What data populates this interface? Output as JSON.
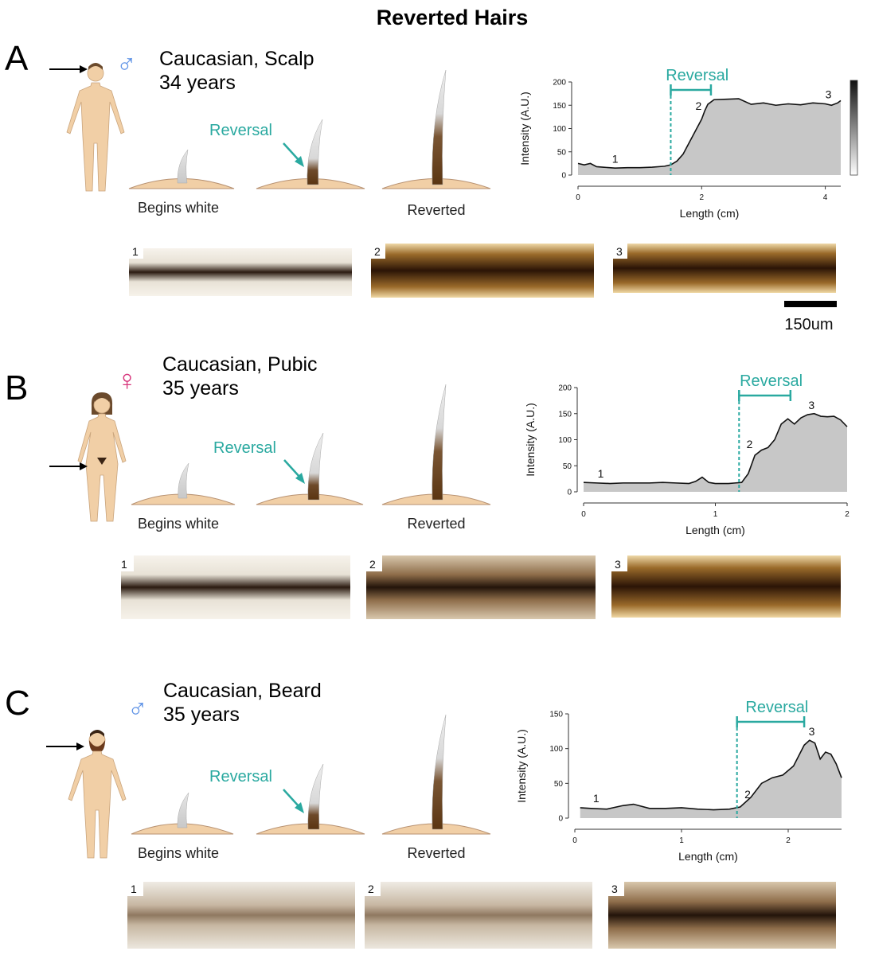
{
  "figure": {
    "title": "Reverted Hairs",
    "scale_bar": "150um",
    "colors": {
      "reversal": "#2aa9a0",
      "male_symbol": "#5f93e6",
      "female_symbol": "#d6337a",
      "fill": "#c7c7c7",
      "skin": "#f1cfa6"
    },
    "panels": [
      {
        "letter": "A",
        "sex_symbol": "♂",
        "sex": "male",
        "line1": "Caucasian, Scalp",
        "line2": "34 years",
        "body_region": "scalp",
        "stage_labels": [
          "Begins white",
          "Reversal",
          "Reverted"
        ],
        "micrograph_labels": [
          "1",
          "2",
          "3"
        ],
        "micrograph_tones": [
          "white",
          "dark",
          "dark"
        ]
      },
      {
        "letter": "B",
        "sex_symbol": "♀",
        "sex": "female",
        "line1": "Caucasian, Pubic",
        "line2": "35 years",
        "body_region": "pubic",
        "stage_labels": [
          "Begins white",
          "Reversal",
          "Reverted"
        ],
        "micrograph_labels": [
          "1",
          "2",
          "3"
        ],
        "micrograph_tones": [
          "white",
          "medium",
          "dark"
        ]
      },
      {
        "letter": "C",
        "sex_symbol": "♂",
        "sex": "male",
        "line1": "Caucasian, Beard",
        "line2": "35 years",
        "body_region": "beard",
        "stage_labels": [
          "Begins white",
          "Reversal",
          "Reverted"
        ],
        "micrograph_labels": [
          "1",
          "2",
          "3"
        ],
        "micrograph_tones": [
          "white",
          "light",
          "medium"
        ]
      }
    ]
  },
  "chart_data": [
    {
      "type": "area",
      "panel": "A",
      "xlabel": "Length (cm)",
      "ylabel": "Intensity (A.U.)",
      "xlim": [
        0,
        4.25
      ],
      "ylim": [
        0,
        200
      ],
      "xticks": [
        0,
        2,
        4
      ],
      "yticks": [
        0,
        50,
        100,
        150,
        200
      ],
      "x": [
        0,
        0.1,
        0.2,
        0.3,
        0.4,
        0.6,
        0.8,
        1.0,
        1.2,
        1.4,
        1.5,
        1.6,
        1.7,
        1.8,
        1.9,
        2.0,
        2.05,
        2.1,
        2.2,
        2.4,
        2.6,
        2.8,
        3.0,
        3.2,
        3.4,
        3.6,
        3.8,
        4.0,
        4.1,
        4.2,
        4.25
      ],
      "y": [
        25,
        22,
        25,
        18,
        17,
        15,
        16,
        16,
        17,
        19,
        22,
        30,
        45,
        70,
        95,
        120,
        138,
        152,
        162,
        163,
        164,
        152,
        155,
        150,
        153,
        151,
        155,
        153,
        150,
        155,
        160
      ],
      "reversal": {
        "label": "Reversal",
        "x_start": 1.5,
        "x_end": 2.15
      },
      "point_labels": [
        {
          "text": "1",
          "x": 0.6,
          "y": 16
        },
        {
          "text": "2",
          "x": 1.95,
          "y": 130
        },
        {
          "text": "3",
          "x": 4.05,
          "y": 155
        }
      ],
      "colorbar": true
    },
    {
      "type": "area",
      "panel": "B",
      "xlabel": "Length (cm)",
      "ylabel": "Intensity (A.U.)",
      "xlim": [
        0,
        2
      ],
      "ylim": [
        0,
        200
      ],
      "xticks": [
        0,
        1,
        2
      ],
      "yticks": [
        0,
        50,
        100,
        150,
        200
      ],
      "x": [
        0,
        0.1,
        0.2,
        0.3,
        0.4,
        0.5,
        0.6,
        0.7,
        0.8,
        0.85,
        0.9,
        0.95,
        1.0,
        1.1,
        1.15,
        1.2,
        1.25,
        1.3,
        1.35,
        1.4,
        1.45,
        1.5,
        1.55,
        1.6,
        1.65,
        1.7,
        1.75,
        1.8,
        1.85,
        1.9,
        1.95,
        2.0
      ],
      "y": [
        18,
        17,
        16,
        17,
        17,
        17,
        18,
        17,
        16,
        20,
        28,
        18,
        16,
        16,
        17,
        18,
        35,
        70,
        80,
        85,
        100,
        130,
        140,
        130,
        142,
        148,
        150,
        145,
        144,
        145,
        138,
        125
      ],
      "reversal": {
        "label": "Reversal",
        "x_start": 1.18,
        "x_end": 1.57
      },
      "point_labels": [
        {
          "text": "1",
          "x": 0.13,
          "y": 18
        },
        {
          "text": "2",
          "x": 1.26,
          "y": 75
        },
        {
          "text": "3",
          "x": 1.73,
          "y": 150
        }
      ],
      "colorbar": false
    },
    {
      "type": "area",
      "panel": "C",
      "xlabel": "Length (cm)",
      "ylabel": "Intensity (A.U.)",
      "xlim": [
        0,
        2.5
      ],
      "ylim": [
        0,
        150
      ],
      "xticks": [
        0,
        1,
        2
      ],
      "yticks": [
        0,
        50,
        100,
        150
      ],
      "x": [
        0.05,
        0.15,
        0.3,
        0.45,
        0.55,
        0.7,
        0.85,
        1.0,
        1.15,
        1.3,
        1.45,
        1.55,
        1.65,
        1.75,
        1.85,
        1.95,
        2.05,
        2.15,
        2.2,
        2.25,
        2.3,
        2.35,
        2.4,
        2.45,
        2.5
      ],
      "y": [
        15,
        14,
        13,
        18,
        20,
        14,
        14,
        15,
        13,
        12,
        13,
        16,
        30,
        50,
        58,
        62,
        75,
        105,
        112,
        108,
        85,
        95,
        92,
        78,
        58
      ],
      "reversal": {
        "label": "Reversal",
        "x_start": 1.52,
        "x_end": 2.15
      },
      "point_labels": [
        {
          "text": "1",
          "x": 0.2,
          "y": 16
        },
        {
          "text": "2",
          "x": 1.62,
          "y": 22
        },
        {
          "text": "3",
          "x": 2.22,
          "y": 112
        }
      ],
      "colorbar": false
    }
  ]
}
